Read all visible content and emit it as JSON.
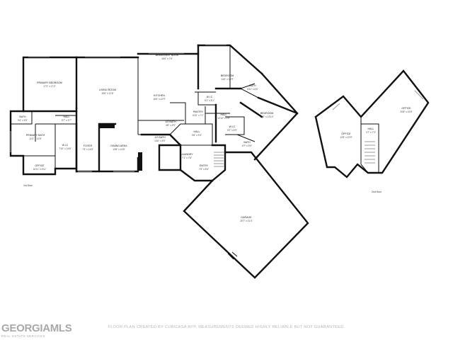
{
  "floor_labels": {
    "first": "1st floor",
    "second": "2nd floor"
  },
  "rooms": {
    "primary_bedroom": {
      "name": "PRIMARY BEDROOM",
      "dim": "17'2\" x 17'2\""
    },
    "living_room": {
      "name": "LIVING ROOM",
      "dim": "19'6\" x 21'6\""
    },
    "breakfast_nook": {
      "name": "BREAKFAST NOOK",
      "dim": "16'6\" x 7'6\""
    },
    "kitchen": {
      "name": "KITCHEN",
      "dim": "16'6\" x 12'9\""
    },
    "bedroom_upper": {
      "name": "BEDROOM",
      "dim": "14'6\" x 15'9\""
    },
    "bath_upper": {
      "name": "BATH",
      "dim": "8'11\" x 6'6\""
    },
    "wic_kitchen": {
      "name": "W.I.C",
      "dim": "5'1\" x 5'1\""
    },
    "pantry": {
      "name": "PANTRY",
      "dim": "6'10\" x 7'1\""
    },
    "hall_kitchen": {
      "name": "HALL",
      "dim": "12'10\" x 3'9\""
    },
    "bedroom_right": {
      "name": "BEDROOM",
      "dim": "14'2\" x 13'10\""
    },
    "bath_left": {
      "name": "BATH",
      "dim": "9'4\" x 5'5\""
    },
    "hall_left": {
      "name": "HALL",
      "dim": "5'7\" x 3'7\""
    },
    "primary_bath": {
      "name": "PRIMARY BATH",
      "dim": "12'2\" x 14'8\""
    },
    "wic_primary": {
      "name": "W.I.C",
      "dim": "7'10\" x 14'6\""
    },
    "office_first": {
      "name": "OFFICE",
      "dim": "16'11\" x 6'11\""
    },
    "foyer": {
      "name": "FOYER",
      "dim": "7'5\" x 14'8\""
    },
    "dining_area": {
      "name": "DINING AREA",
      "dim": "13'8\" x 14'8\""
    },
    "half_bath": {
      "name": "1/2 BATH",
      "dim": "4'8\" x 5'9\""
    },
    "hall_center": {
      "name": "HALL",
      "dim": "9'6\" x 9'4\""
    },
    "laundry": {
      "name": "LAUNDRY",
      "dim": "7'1\" x 7'6\""
    },
    "half_bath_2": {
      "name": "1/2 BATH",
      "dim": "14'6\" x 5'9\""
    },
    "entry": {
      "name": "ENTRY",
      "dim": "7'6\" x 8'6\""
    },
    "wic_bedroom": {
      "name": "W.I.C",
      "dim": "9'2\" x 5'9\""
    },
    "bath_right": {
      "name": "BATH",
      "dim": "8'7\" x 9'5\""
    },
    "garage": {
      "name": "GARAGE",
      "dim": "25'7\" x 31'4\""
    },
    "office_upper": {
      "name": "OFFICE",
      "dim": "20'8\" x 15'5\""
    },
    "office_small": {
      "name": "OFFICE",
      "dim": "12'8\" x 22'9\""
    },
    "hall_upper": {
      "name": "HALL",
      "dim": "3'7\" x 7'3\""
    }
  },
  "footer_note": "FLOOR PLAN CREATED BY CUBICASA APP. MEASUREMENTS DEEMED HIGHLY RELIABLE BUT NOT GUARANTEED.",
  "brand": {
    "logo": "GEORGIAMLS",
    "tagline": "REAL ESTATE SERVICES"
  }
}
